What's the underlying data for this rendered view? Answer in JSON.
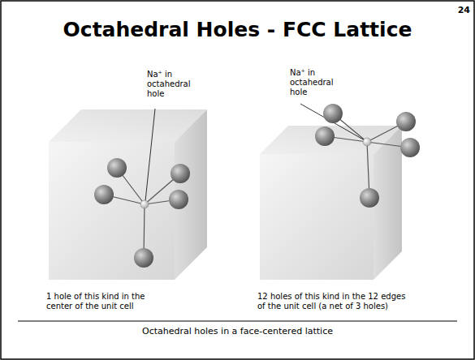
{
  "diagram": {
    "title": "Octahedral Holes - FCC Lattice",
    "caption": "Octahedral holes in a face-centered lattice",
    "labels": [
      "24",
      "Na⁺ in octahedral hole",
      "Na⁺ in octahedral hole",
      "1 hole of this kind in the center of the unit cell",
      "12 holes of this kind in the 12 edges of the unit cell (a net of 3 holes)"
    ]
  }
}
